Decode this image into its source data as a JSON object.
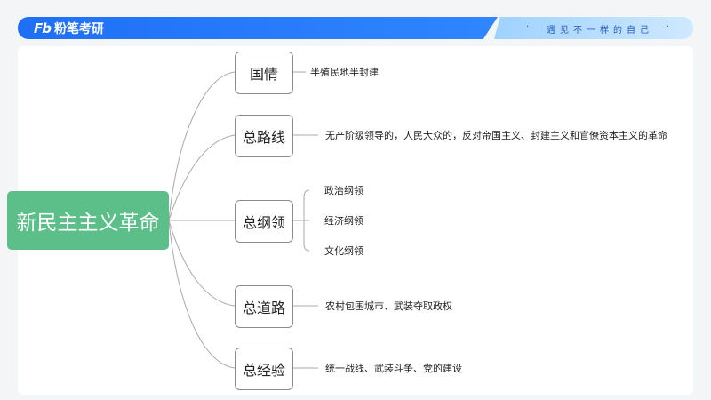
{
  "header": {
    "logo_mark": "Fb",
    "logo_text": "粉笔考研",
    "slogan": "遇见不一样的自己",
    "colors": {
      "banner": "#1f6ff5",
      "banner_light": "#cfe8ff"
    }
  },
  "mindmap": {
    "root": "新民主主义革命",
    "root_color": "#5cbf8a",
    "branches": [
      {
        "label": "国情",
        "details": [
          "半殖民地半封建"
        ]
      },
      {
        "label": "总路线",
        "details": [
          "无产阶级领导的，人民大众的，反对帝国主义、封建主义和官僚资本主义的革命"
        ]
      },
      {
        "label": "总纲领",
        "details": [
          "政治纲领",
          "经济纲领",
          "文化纲领"
        ]
      },
      {
        "label": "总道路",
        "details": [
          "农村包围城市、武装夺取政权"
        ]
      },
      {
        "label": "总经验",
        "details": [
          "统一战线、武装斗争、党的建设"
        ]
      }
    ]
  }
}
